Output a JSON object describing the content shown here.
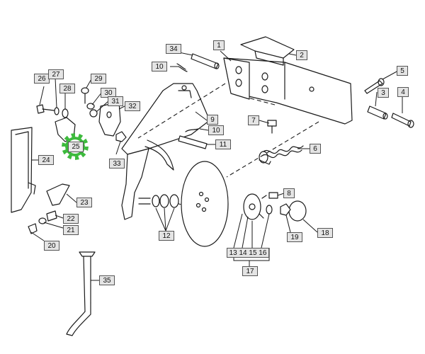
{
  "diagram": {
    "callouts": [
      {
        "id": "c1",
        "text": "1"
      },
      {
        "id": "c2",
        "text": "2"
      },
      {
        "id": "c3",
        "text": "3"
      },
      {
        "id": "c4",
        "text": "4"
      },
      {
        "id": "c5",
        "text": "5"
      },
      {
        "id": "c6",
        "text": "6"
      },
      {
        "id": "c7",
        "text": "7"
      },
      {
        "id": "c8",
        "text": "8"
      },
      {
        "id": "c9",
        "text": "9"
      },
      {
        "id": "c10a",
        "text": "10"
      },
      {
        "id": "c10b",
        "text": "10"
      },
      {
        "id": "c11",
        "text": "11"
      },
      {
        "id": "c12",
        "text": "12"
      },
      {
        "id": "c17",
        "text": "17"
      },
      {
        "id": "c18",
        "text": "18"
      },
      {
        "id": "c19",
        "text": "19"
      },
      {
        "id": "c20",
        "text": "20"
      },
      {
        "id": "c21",
        "text": "21"
      },
      {
        "id": "c22",
        "text": "22"
      },
      {
        "id": "c23",
        "text": "23"
      },
      {
        "id": "c24",
        "text": "24"
      },
      {
        "id": "c26",
        "text": "26"
      },
      {
        "id": "c27",
        "text": "27"
      },
      {
        "id": "c28",
        "text": "28"
      },
      {
        "id": "c29",
        "text": "29"
      },
      {
        "id": "c30",
        "text": "30"
      },
      {
        "id": "c31",
        "text": "31"
      },
      {
        "id": "c32",
        "text": "32"
      },
      {
        "id": "c33",
        "text": "33"
      },
      {
        "id": "c34",
        "text": "34"
      },
      {
        "id": "c35",
        "text": "35"
      }
    ],
    "group_13_16": "13 14 15 16",
    "highlight_part": "25",
    "highlight_color": "#3dba3d"
  }
}
